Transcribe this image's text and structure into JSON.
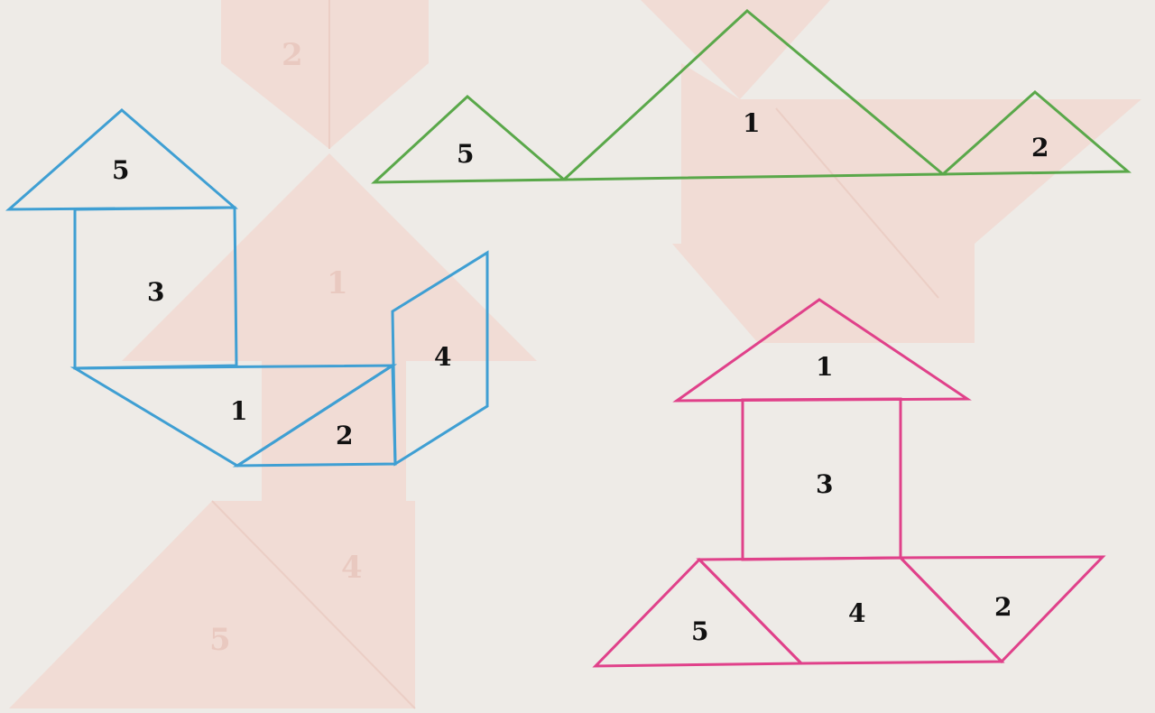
{
  "colors": {
    "background": "#eeebe7",
    "ghost_piece": "#f2d7cf",
    "figure_blue": "#3f9fd3",
    "figure_green": "#5aa84a",
    "figure_pink": "#e0418a",
    "label_text": "#111111"
  },
  "figures": {
    "blue": {
      "labels": [
        "5",
        "3",
        "1",
        "2",
        "4"
      ]
    },
    "green": {
      "labels": [
        "5",
        "1",
        "2"
      ]
    },
    "pink": {
      "labels": [
        "1",
        "3",
        "4",
        "5",
        "2"
      ]
    }
  },
  "background_labels": [
    "2",
    "1",
    "4",
    "5"
  ]
}
